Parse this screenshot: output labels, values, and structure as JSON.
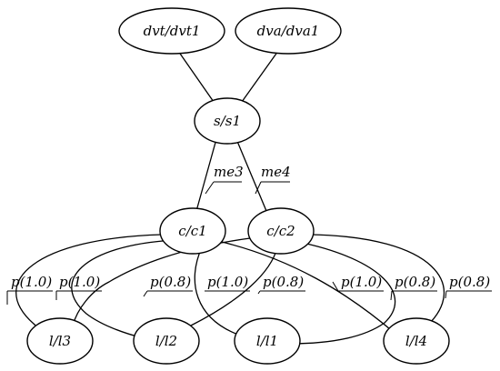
{
  "nodes": {
    "dvt": "dvt/dvt1",
    "dva": "dva/dva1",
    "s1": "s/s1",
    "c1": "c/c1",
    "c2": "c/c2",
    "l3": "l/l3",
    "l2": "l/l2",
    "l1": "l/l1",
    "l4": "l/l4"
  },
  "edge_labels": {
    "s1_c1": "me3",
    "s1_c2": "me4",
    "c1_l3": {
      "name": "p",
      "value": "(1.0)"
    },
    "c1_l2": {
      "name": "p",
      "value": "(1.0)"
    },
    "c2_l3": {
      "name": "p",
      "value": "(0.8)"
    },
    "c1_l1": {
      "name": "p",
      "value": "(1.0)"
    },
    "c2_l2": {
      "name": "p",
      "value": "(0.8)"
    },
    "c1_l4": {
      "name": "p",
      "value": "(1.0)"
    },
    "c2_l1": {
      "name": "p",
      "value": "(0.8)"
    },
    "c2_l4": {
      "name": "p",
      "value": "(0.8)"
    }
  }
}
